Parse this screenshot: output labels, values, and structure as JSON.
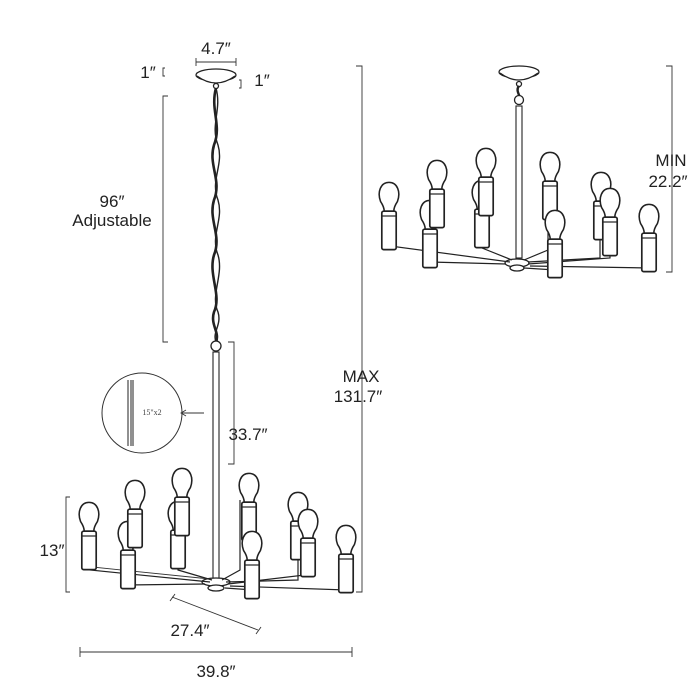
{
  "dimensions": {
    "canopy_width": "4.7″",
    "canopy_height_left": "1″",
    "canopy_height_right": "1″",
    "chain_length": "96″",
    "chain_note": "Adjustable",
    "rod_length": "33.7″",
    "rod_detail": "15\"x2",
    "fixture_height": "13″",
    "arm_depth": "27.4″",
    "overall_width": "39.8″",
    "max_label": "MAX",
    "max_value": "131.7″",
    "min_label": "MIN",
    "min_value": "22.2″"
  }
}
